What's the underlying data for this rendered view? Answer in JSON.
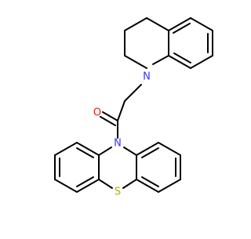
{
  "molecule": {
    "atoms": {
      "n_tetrahydroquinoline": "N",
      "o_carbonyl": "O",
      "n_phenothiazine": "N",
      "s_phenothiazine": "S"
    },
    "colors": {
      "bond": "#000000",
      "nitrogen": "#3333ff",
      "oxygen": "#ff0d0d",
      "sulfur": "#b2b200",
      "background": "#ffffff"
    }
  }
}
